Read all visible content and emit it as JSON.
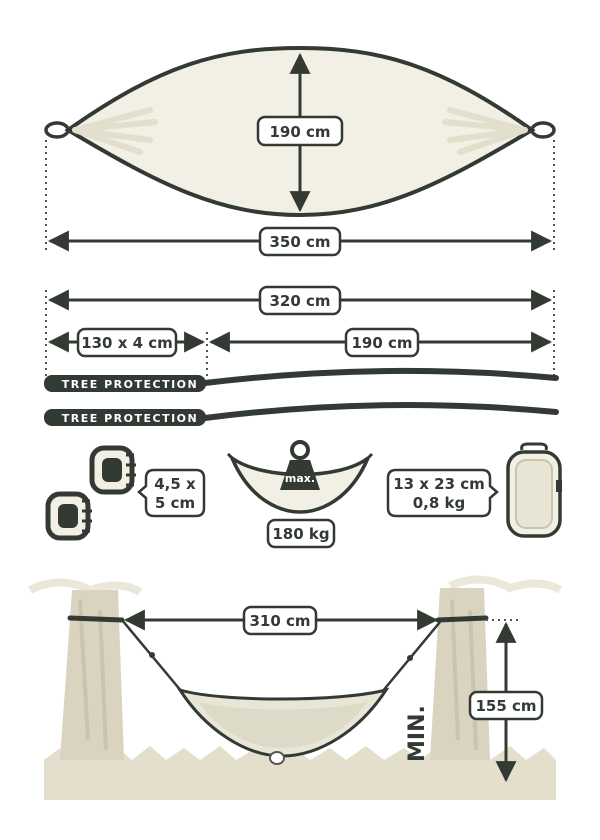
{
  "hammock": {
    "width_label": "190 cm",
    "length_label": "350 cm"
  },
  "straps": {
    "total_label": "320 cm",
    "loop_label": "130 x 4 cm",
    "strap_label": "190 cm",
    "strap_text_1": "TREE PROTECTION",
    "strap_text_2": "TREE PROTECTION"
  },
  "accessories": {
    "carabiner_size_line1": "4,5 x",
    "carabiner_size_line2": "5 cm",
    "max_text": "max.",
    "max_load": "180 kg",
    "bag_size_line1": "13 x 23 cm",
    "bag_size_line2": "0,8 kg"
  },
  "setup": {
    "distance_label": "310 cm",
    "height_label": "155 cm",
    "min_text": "MIN."
  },
  "colors": {
    "outline": "#333a33",
    "fabric": "#f1efe4",
    "tree": "#d9d3c0",
    "ground": "#dcd6c2"
  }
}
